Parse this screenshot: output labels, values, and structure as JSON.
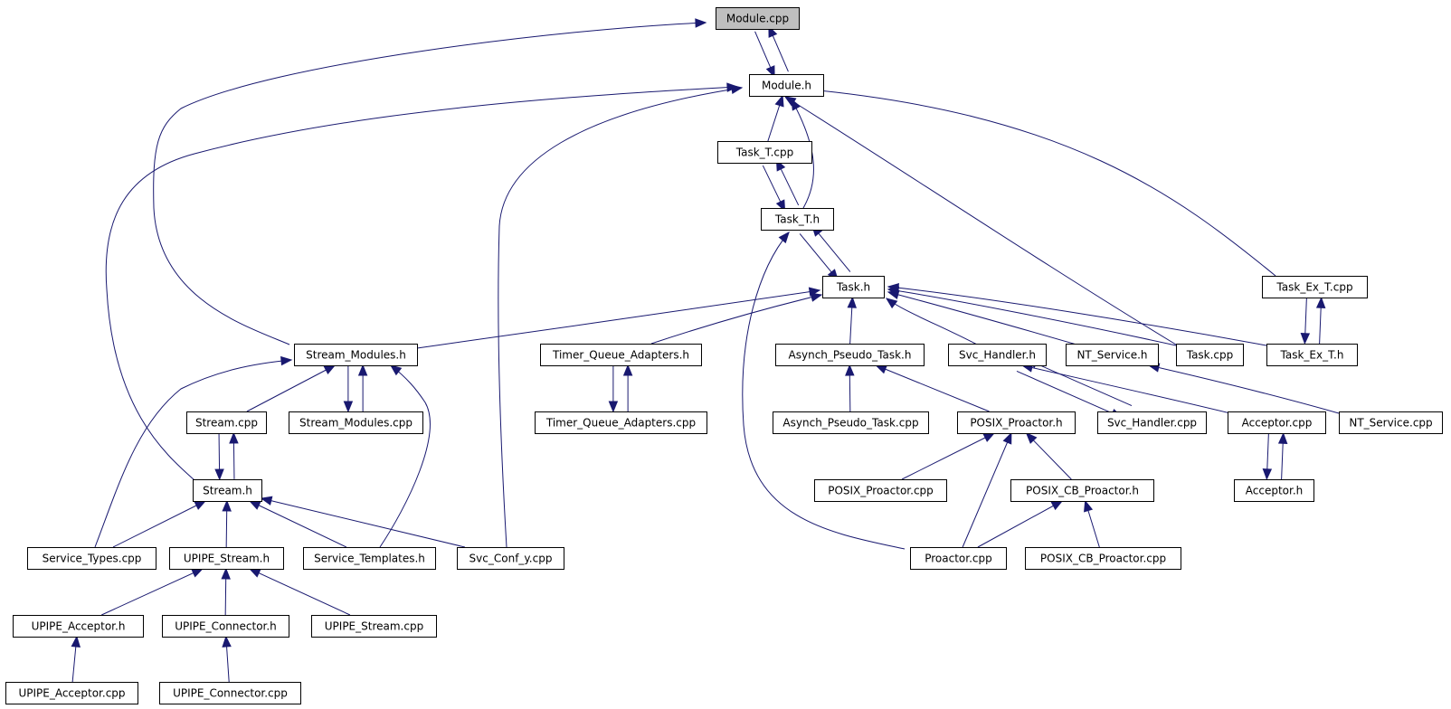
{
  "graph": {
    "colors": {
      "edge": "#191970",
      "node_border": "#000000",
      "node_fill": "#ffffff",
      "focus_fill": "#bfbfbf"
    },
    "nodes": [
      {
        "id": "module_cpp",
        "label": "Module.cpp",
        "focus": true
      },
      {
        "id": "module_h",
        "label": "Module.h"
      },
      {
        "id": "task_t_cpp",
        "label": "Task_T.cpp"
      },
      {
        "id": "task_t_h",
        "label": "Task_T.h"
      },
      {
        "id": "task_h",
        "label": "Task.h"
      },
      {
        "id": "task_ex_t_cpp",
        "label": "Task_Ex_T.cpp"
      },
      {
        "id": "stream_modules_h",
        "label": "Stream_Modules.h"
      },
      {
        "id": "timer_queue_adapters_h",
        "label": "Timer_Queue_Adapters.h"
      },
      {
        "id": "asynch_pseudo_task_h",
        "label": "Asynch_Pseudo_Task.h"
      },
      {
        "id": "svc_handler_h",
        "label": "Svc_Handler.h"
      },
      {
        "id": "nt_service_h",
        "label": "NT_Service.h"
      },
      {
        "id": "task_cpp",
        "label": "Task.cpp"
      },
      {
        "id": "task_ex_t_h",
        "label": "Task_Ex_T.h"
      },
      {
        "id": "stream_cpp",
        "label": "Stream.cpp"
      },
      {
        "id": "stream_modules_cpp",
        "label": "Stream_Modules.cpp"
      },
      {
        "id": "timer_queue_adapters_cpp",
        "label": "Timer_Queue_Adapters.cpp"
      },
      {
        "id": "asynch_pseudo_task_cpp",
        "label": "Asynch_Pseudo_Task.cpp"
      },
      {
        "id": "posix_proactor_h",
        "label": "POSIX_Proactor.h"
      },
      {
        "id": "svc_handler_cpp",
        "label": "Svc_Handler.cpp"
      },
      {
        "id": "acceptor_cpp",
        "label": "Acceptor.cpp"
      },
      {
        "id": "nt_service_cpp",
        "label": "NT_Service.cpp"
      },
      {
        "id": "stream_h",
        "label": "Stream.h"
      },
      {
        "id": "posix_proactor_cpp",
        "label": "POSIX_Proactor.cpp"
      },
      {
        "id": "posix_cb_proactor_h",
        "label": "POSIX_CB_Proactor.h"
      },
      {
        "id": "acceptor_h",
        "label": "Acceptor.h"
      },
      {
        "id": "service_types_cpp",
        "label": "Service_Types.cpp"
      },
      {
        "id": "upipe_stream_h",
        "label": "UPIPE_Stream.h"
      },
      {
        "id": "service_templates_h",
        "label": "Service_Templates.h"
      },
      {
        "id": "svc_conf_y_cpp",
        "label": "Svc_Conf_y.cpp"
      },
      {
        "id": "proactor_cpp",
        "label": "Proactor.cpp"
      },
      {
        "id": "posix_cb_proactor_cpp",
        "label": "POSIX_CB_Proactor.cpp"
      },
      {
        "id": "upipe_acceptor_h",
        "label": "UPIPE_Acceptor.h"
      },
      {
        "id": "upipe_connector_h",
        "label": "UPIPE_Connector.h"
      },
      {
        "id": "upipe_stream_cpp",
        "label": "UPIPE_Stream.cpp"
      },
      {
        "id": "upipe_acceptor_cpp",
        "label": "UPIPE_Acceptor.cpp"
      },
      {
        "id": "upipe_connector_cpp",
        "label": "UPIPE_Connector.cpp"
      }
    ],
    "edges": [
      {
        "from": "module_h",
        "to": "module_cpp"
      },
      {
        "from": "module_cpp",
        "to": "module_h"
      },
      {
        "from": "stream_modules_h",
        "to": "module_cpp"
      },
      {
        "from": "task_t_cpp",
        "to": "module_h"
      },
      {
        "from": "task_t_h",
        "to": "module_h"
      },
      {
        "from": "task_cpp",
        "to": "module_h"
      },
      {
        "from": "task_ex_t_cpp",
        "to": "module_h"
      },
      {
        "from": "stream_h",
        "to": "module_h"
      },
      {
        "from": "svc_conf_y_cpp",
        "to": "module_h"
      },
      {
        "from": "task_t_h",
        "to": "task_t_cpp"
      },
      {
        "from": "task_t_cpp",
        "to": "task_t_h"
      },
      {
        "from": "task_h",
        "to": "task_t_h"
      },
      {
        "from": "task_t_h",
        "to": "task_h"
      },
      {
        "from": "proactor_cpp",
        "to": "task_t_h"
      },
      {
        "from": "stream_modules_h",
        "to": "task_h"
      },
      {
        "from": "timer_queue_adapters_h",
        "to": "task_h"
      },
      {
        "from": "asynch_pseudo_task_h",
        "to": "task_h"
      },
      {
        "from": "svc_handler_h",
        "to": "task_h"
      },
      {
        "from": "nt_service_h",
        "to": "task_h"
      },
      {
        "from": "task_cpp",
        "to": "task_h"
      },
      {
        "from": "task_ex_t_h",
        "to": "task_h"
      },
      {
        "from": "task_ex_t_h",
        "to": "task_ex_t_cpp"
      },
      {
        "from": "task_ex_t_cpp",
        "to": "task_ex_t_h"
      },
      {
        "from": "stream_cpp",
        "to": "stream_modules_h"
      },
      {
        "from": "stream_modules_cpp",
        "to": "stream_modules_h"
      },
      {
        "from": "stream_modules_h",
        "to": "stream_modules_cpp"
      },
      {
        "from": "service_types_cpp",
        "to": "stream_modules_h"
      },
      {
        "from": "service_templates_h",
        "to": "stream_modules_h"
      },
      {
        "from": "timer_queue_adapters_cpp",
        "to": "timer_queue_adapters_h"
      },
      {
        "from": "timer_queue_adapters_h",
        "to": "timer_queue_adapters_cpp"
      },
      {
        "from": "asynch_pseudo_task_cpp",
        "to": "asynch_pseudo_task_h"
      },
      {
        "from": "posix_proactor_h",
        "to": "asynch_pseudo_task_h"
      },
      {
        "from": "svc_handler_cpp",
        "to": "svc_handler_h"
      },
      {
        "from": "svc_handler_h",
        "to": "svc_handler_cpp"
      },
      {
        "from": "acceptor_cpp",
        "to": "svc_handler_h"
      },
      {
        "from": "nt_service_cpp",
        "to": "nt_service_h"
      },
      {
        "from": "acceptor_h",
        "to": "acceptor_cpp"
      },
      {
        "from": "acceptor_cpp",
        "to": "acceptor_h"
      },
      {
        "from": "stream_h",
        "to": "stream_cpp"
      },
      {
        "from": "stream_cpp",
        "to": "stream_h"
      },
      {
        "from": "posix_proactor_cpp",
        "to": "posix_proactor_h"
      },
      {
        "from": "posix_cb_proactor_h",
        "to": "posix_proactor_h"
      },
      {
        "from": "proactor_cpp",
        "to": "posix_proactor_h"
      },
      {
        "from": "proactor_cpp",
        "to": "posix_cb_proactor_h"
      },
      {
        "from": "posix_cb_proactor_cpp",
        "to": "posix_cb_proactor_h"
      },
      {
        "from": "service_types_cpp",
        "to": "stream_h"
      },
      {
        "from": "upipe_stream_h",
        "to": "stream_h"
      },
      {
        "from": "service_templates_h",
        "to": "stream_h"
      },
      {
        "from": "svc_conf_y_cpp",
        "to": "stream_h"
      },
      {
        "from": "upipe_acceptor_h",
        "to": "upipe_stream_h"
      },
      {
        "from": "upipe_connector_h",
        "to": "upipe_stream_h"
      },
      {
        "from": "upipe_stream_cpp",
        "to": "upipe_stream_h"
      },
      {
        "from": "upipe_acceptor_cpp",
        "to": "upipe_acceptor_h"
      },
      {
        "from": "upipe_connector_cpp",
        "to": "upipe_connector_h"
      }
    ]
  }
}
